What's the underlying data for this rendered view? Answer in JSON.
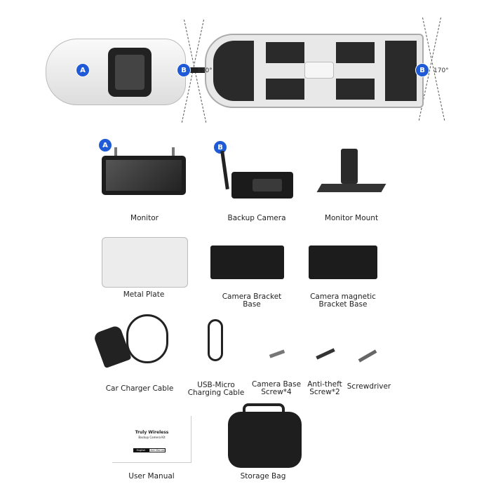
{
  "top_diagram": {
    "car_badge": "A",
    "camera_badge_1": "B",
    "camera_badge_2": "B",
    "angle_1": "170°",
    "angle_2": "170°"
  },
  "items": [
    {
      "badge": "A",
      "label": "Monitor"
    },
    {
      "badge": "B",
      "label": "Backup Camera"
    },
    {
      "label": "Monitor Mount"
    },
    {
      "label": "Metal Plate"
    },
    {
      "label_lines": [
        "Camera Bracket",
        "Base"
      ]
    },
    {
      "label_lines": [
        "Camera magnetic",
        "Bracket Base"
      ]
    },
    {
      "label": "Car Charger Cable"
    },
    {
      "label_lines": [
        "USB-Micro",
        "Charging Cable"
      ]
    },
    {
      "label_lines": [
        "Camera Base",
        "Screw*4"
      ]
    },
    {
      "label_lines": [
        "Anti-theft",
        "Screw*2"
      ]
    },
    {
      "label": "Screwdriver"
    },
    {
      "label": "User Manual"
    },
    {
      "label": "Storage Bag"
    }
  ],
  "manual": {
    "title": "Truly Wireless",
    "subtitle": "Backup Camera Kit",
    "tab_1": "English",
    "tab_2": "User Manual"
  },
  "colors": {
    "badge": "#1f5bd6"
  }
}
